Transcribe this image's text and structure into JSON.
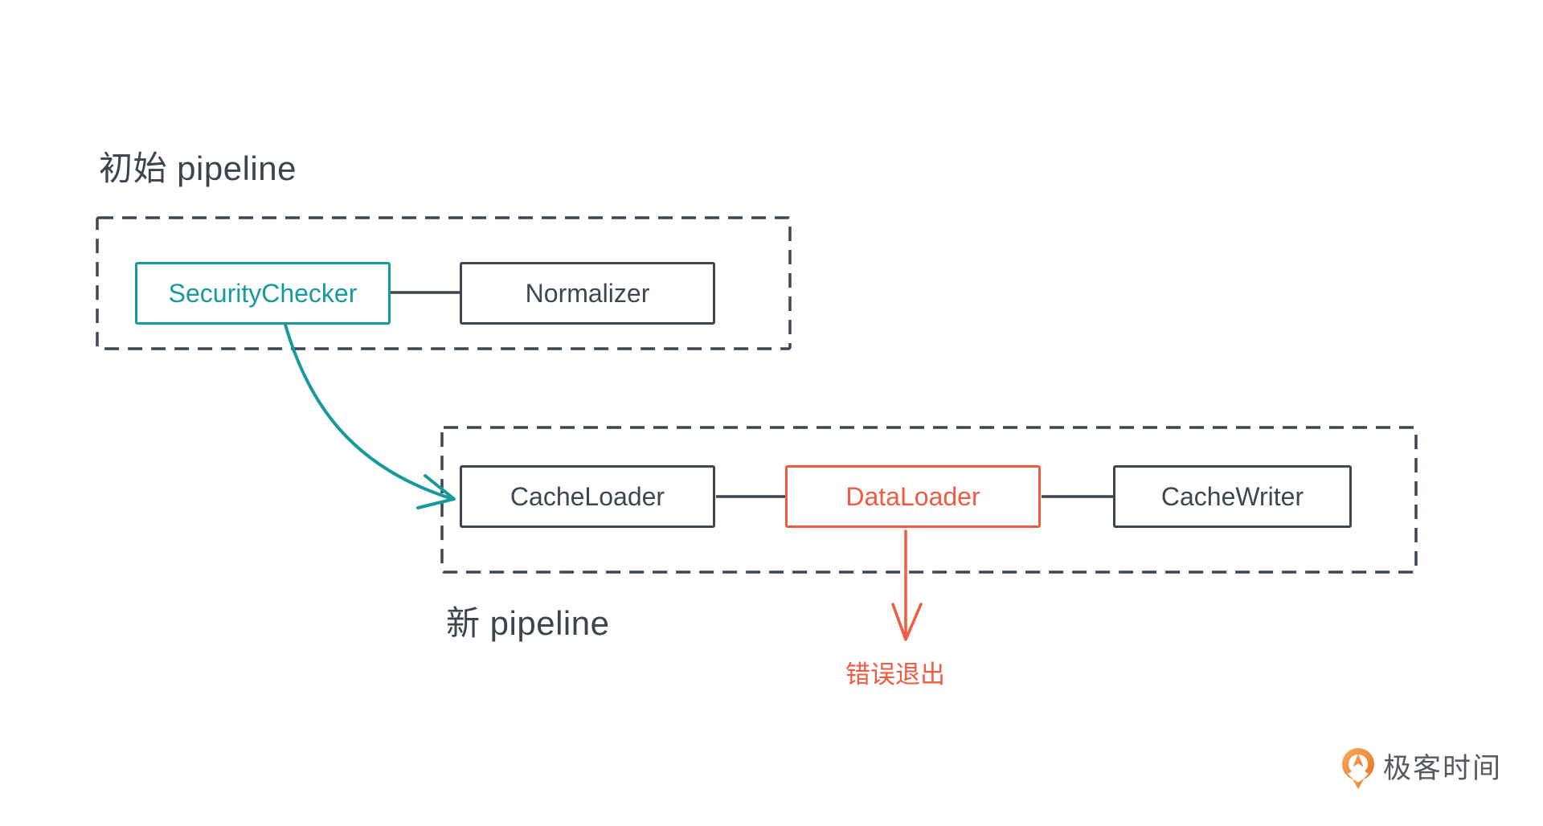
{
  "page": {
    "background": "#ffffff",
    "kind": "pipeline-diagram"
  },
  "colors": {
    "teal": "#189a9d",
    "orange": "#f05b41",
    "dark_stroke": "#3e4650",
    "title_text": "#3c444d",
    "logo_text": "#555a60",
    "logo_orange_light": "#f6ac5c",
    "logo_orange_dark": "#e97324"
  },
  "pipelines": [
    {
      "id": "initial",
      "title": "初始 pipeline",
      "nodes": [
        {
          "label": "SecurityChecker",
          "accent": "teal"
        },
        {
          "label": "Normalizer",
          "accent": "dark"
        }
      ]
    },
    {
      "id": "new",
      "title": "新 pipeline",
      "nodes": [
        {
          "label": "CacheLoader",
          "accent": "dark"
        },
        {
          "label": "DataLoader",
          "accent": "orange"
        },
        {
          "label": "CacheWriter",
          "accent": "dark"
        }
      ]
    }
  ],
  "annotations": {
    "moved_node_arrow": "SecurityChecker → 新 pipeline",
    "error_exit_label": "错误退出"
  },
  "logo": {
    "icon": "geektime-logo-icon",
    "text": "极客时间"
  }
}
